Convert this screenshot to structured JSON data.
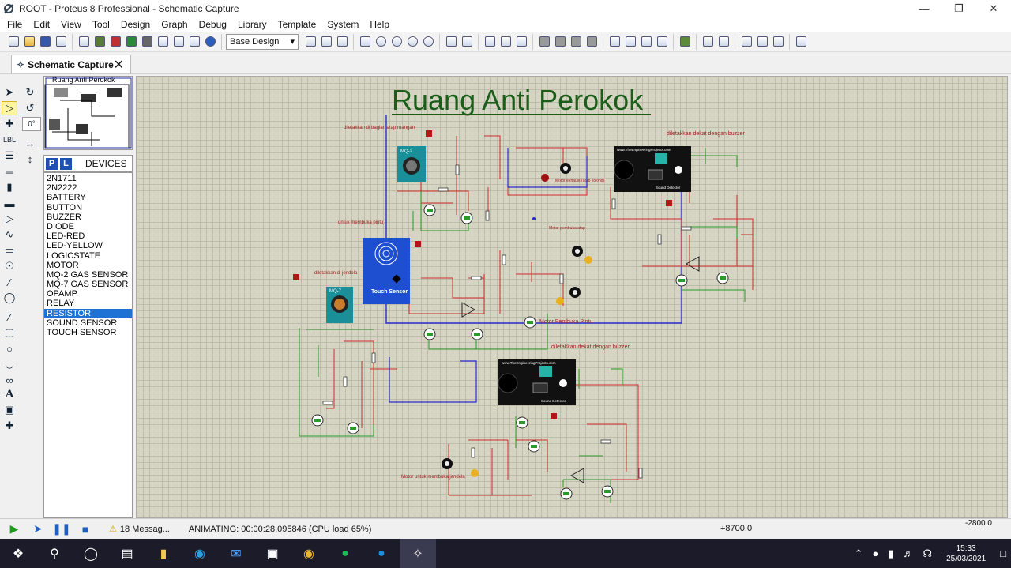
{
  "window": {
    "title": "ROOT - Proteus 8 Professional - Schematic Capture"
  },
  "menu": [
    "File",
    "Edit",
    "View",
    "Tool",
    "Design",
    "Graph",
    "Debug",
    "Library",
    "Template",
    "System",
    "Help"
  ],
  "toolbar": {
    "design_select": "Base Design"
  },
  "tab": {
    "label": "Schematic Capture"
  },
  "overview": {
    "title": "Ruang Anti Perokok"
  },
  "left_tools": {
    "rotation": "0°"
  },
  "devices": {
    "header_p": "P",
    "header_l": "L",
    "header_label": "DEVICES",
    "items": [
      "2N1711",
      "2N2222",
      "BATTERY",
      "BUTTON",
      "BUZZER",
      "DIODE",
      "LED-RED",
      "LED-YELLOW",
      "LOGICSTATE",
      "MOTOR",
      "MQ-2 GAS SENSOR",
      "MQ-7 GAS SENSOR",
      "OPAMP",
      "RELAY",
      "RESISTOR",
      "SOUND SENSOR",
      "TOUCH SENSOR"
    ],
    "selected_index": 14
  },
  "schematic": {
    "title": "Ruang Anti Perokok",
    "labels": {
      "l1": "diletakkan di bagian atap ruangan",
      "l2": "diletakkan dekat dengan buzzer",
      "l3": "untuk membuka pintu",
      "l4": "Motor exhaust (atap kolong)",
      "l5": "Motor pembuka atap",
      "l6": "diletakkan di jendela",
      "l7": "Motor Pembuka Pintu",
      "l8": "diletakkan dekat dengan buzzer",
      "l9": "Motor untuk membuka jendela"
    },
    "modules": {
      "mq2": "MQ-2",
      "mq7": "MQ-7",
      "touch": "Touch Sensor",
      "site": "www.TheEngineeringProjects.com",
      "sound": "Sound Detector"
    }
  },
  "status": {
    "messages": "18 Messag...",
    "animating": "ANIMATING: 00:00:28.095846 (CPU load 65%)",
    "coord": "+8700.0",
    "coord2": "-2800.0"
  },
  "taskbar": {
    "time": "15:33",
    "date": "25/03/2021"
  }
}
